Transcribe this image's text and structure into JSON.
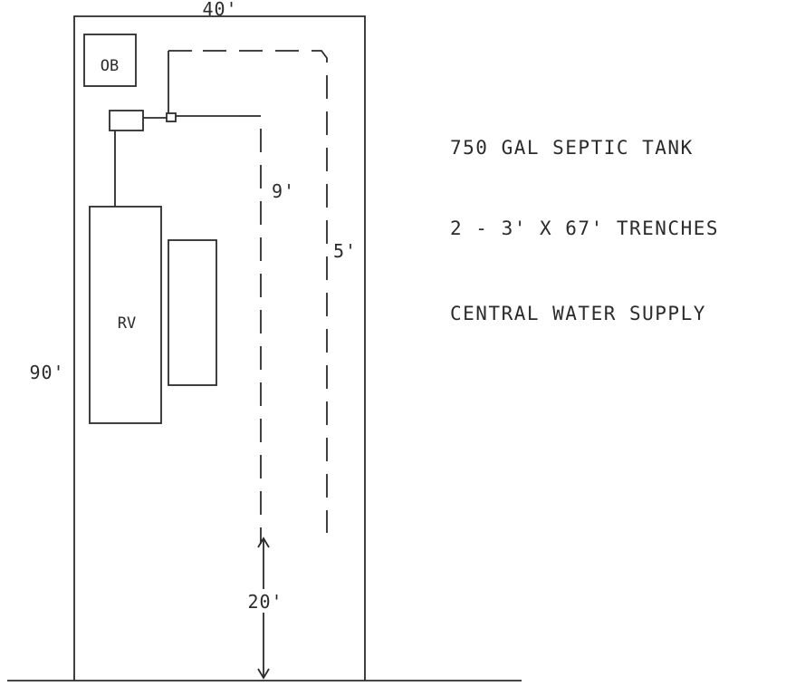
{
  "dimensions": {
    "width": "40'",
    "length": "90'",
    "setback": "20'",
    "trench_spacing": "9'",
    "trench_gap": "5'"
  },
  "labels": {
    "outbuilding": "OB",
    "rv": "RV"
  },
  "notes": [
    "750 GAL SEPTIC TANK",
    "2 - 3' X 67' TRENCHES",
    "CENTRAL WATER SUPPLY"
  ]
}
